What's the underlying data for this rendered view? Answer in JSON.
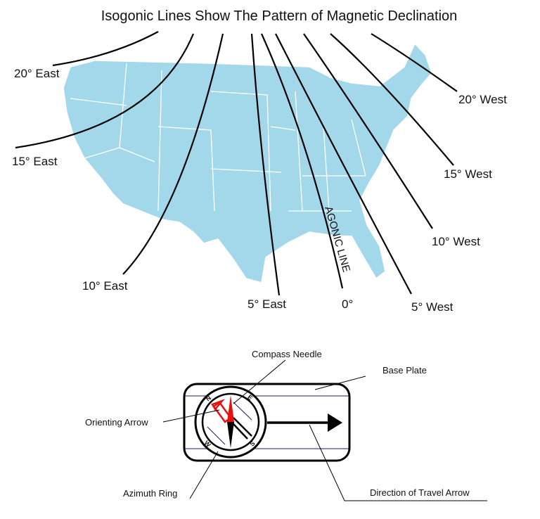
{
  "title": "Isogonic Lines Show The Pattern of Magnetic Declination",
  "isogonic_labels": {
    "e20": "20° East",
    "e15": "15° East",
    "e10": "10° East",
    "e5": "5° East",
    "zero": "0°",
    "w5": "5° West",
    "w10": "10° West",
    "w15": "15° West",
    "w20": "20° West",
    "agonic": "AGONIC LINE"
  },
  "compass": {
    "needle": "Compass Needle",
    "base_plate": "Base Plate",
    "orienting_arrow": "Orienting Arrow",
    "azimuth_ring": "Azimuth Ring",
    "travel_arrow": "Direction of Travel Arrow",
    "n": "N",
    "e": "E",
    "s": "S",
    "w": "W"
  },
  "colors": {
    "map": "#a3d7ea",
    "needle_red": "#e8100f",
    "plate_lines": "#1c1c6a"
  }
}
